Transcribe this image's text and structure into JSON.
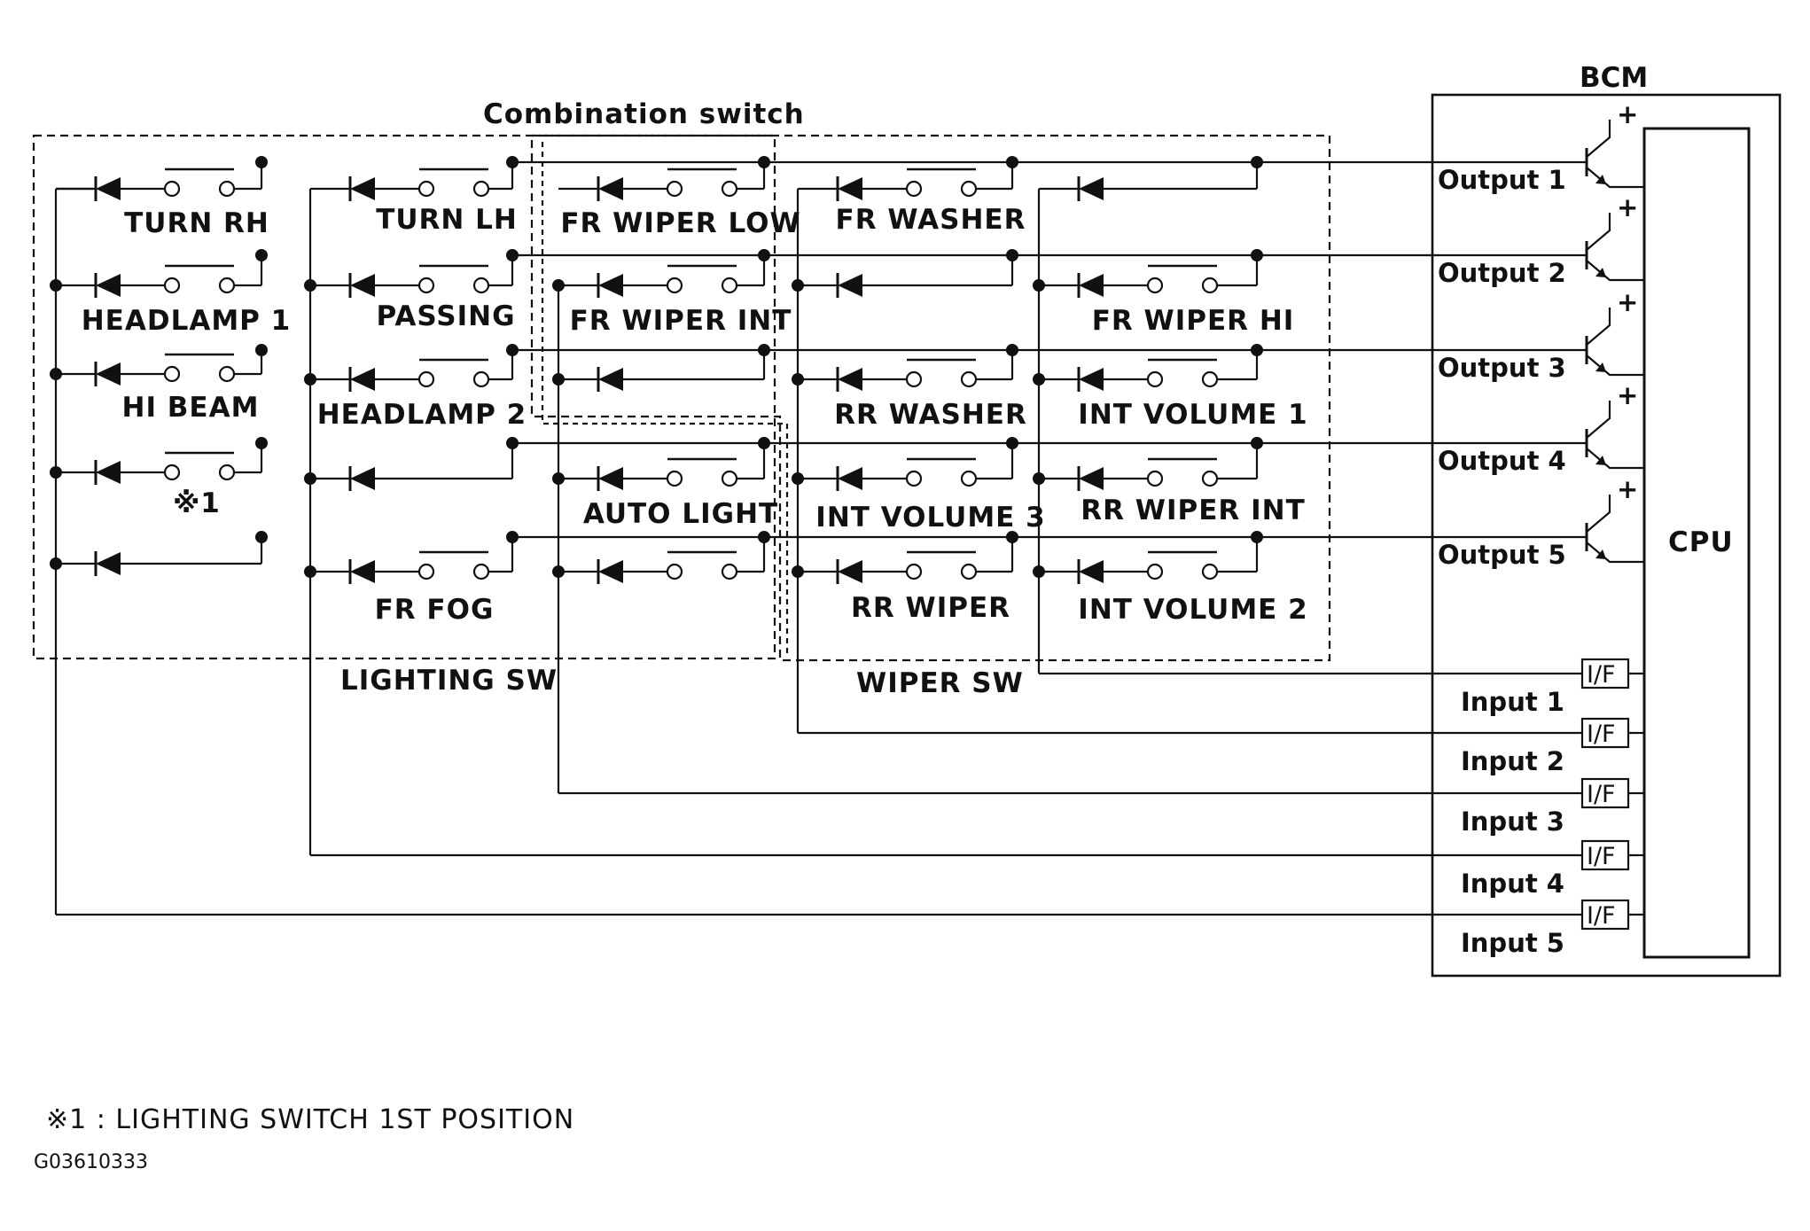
{
  "diagram": {
    "title": "Combination switch",
    "groups": {
      "lighting": "LIGHTING SW",
      "wiper": "WIPER SW"
    },
    "switches": [
      {
        "label": "TURN RH"
      },
      {
        "label": "HEADLAMP 1"
      },
      {
        "label": "HI BEAM"
      },
      {
        "label": "※1"
      },
      {
        "label": "TURN LH"
      },
      {
        "label": "PASSING"
      },
      {
        "label": "HEADLAMP 2"
      },
      {
        "label": "FR FOG"
      },
      {
        "label": "FR WIPER LOW"
      },
      {
        "label": "FR WIPER INT"
      },
      {
        "label": "AUTO LIGHT"
      },
      {
        "label": "FR WASHER"
      },
      {
        "label": "RR WASHER"
      },
      {
        "label": "INT VOLUME 3"
      },
      {
        "label": "RR WIPER"
      },
      {
        "label": "FR WIPER HI"
      },
      {
        "label": "INT VOLUME 1"
      },
      {
        "label": "RR WIPER INT"
      },
      {
        "label": "INT VOLUME 2"
      }
    ],
    "bcm": {
      "title": "BCM",
      "cpu": "CPU",
      "outputs": [
        "Output 1",
        "Output 2",
        "Output 3",
        "Output 4",
        "Output 5"
      ],
      "inputs": [
        "Input 1",
        "Input 2",
        "Input 3",
        "Input 4",
        "Input 5"
      ],
      "interface_label": "I/F",
      "plus_sign": "+"
    },
    "footnote": "※1 : LIGHTING SWITCH 1ST POSITION",
    "figure_code": "G03610333"
  },
  "colors": {
    "ink": "#111111",
    "background": "#ffffff"
  }
}
